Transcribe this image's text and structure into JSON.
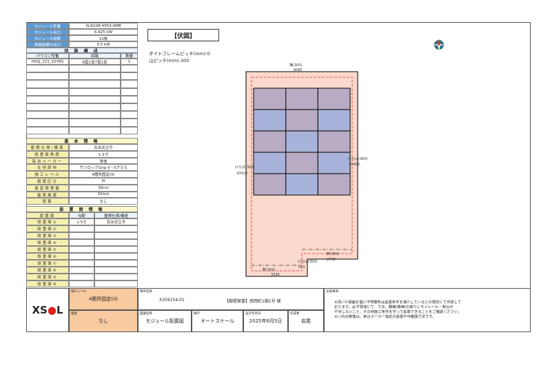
{
  "module_info": [
    {
      "label": "モジュール型番",
      "value": "XLN108-455X-XMB"
    },
    {
      "label": "モジュール出力",
      "value": "6.825 kW"
    },
    {
      "label": "モジュール枚数",
      "value": "15枚"
    },
    {
      "label": "発電設備の出力",
      "value": "5.5 kW"
    }
  ],
  "circuit": {
    "title": "回 路 構 成",
    "headers": [
      "パワコン型番",
      "回路",
      "数量"
    ],
    "rows": [
      [
        "HS5J_221_15YRS",
        "8直1並7直1並",
        "1"
      ]
    ]
  },
  "basic": {
    "title": "基 本 情 報",
    "rows": [
      {
        "label": "屋根仕様/構造",
        "value": "瓦合式立平"
      },
      {
        "label": "設置面角度",
        "value": "1.5寸"
      },
      {
        "label": "架台メーカー",
        "value": "栄信"
      },
      {
        "label": "支持部材",
        "value": "サンロックGrip II・IIプラス"
      },
      {
        "label": "施工レベル",
        "value": "4箇所固定(II)"
      },
      {
        "label": "粗度区分",
        "value": "III"
      },
      {
        "label": "垂直積雪量",
        "value": "30cm"
      },
      {
        "label": "基準風速",
        "value": "32m/s"
      },
      {
        "label": "塩害",
        "value": "なし"
      }
    ]
  },
  "surface": {
    "title": "設 置 面 情 報",
    "headers": [
      "設置面",
      "勾配",
      "屋根仕様/構造"
    ],
    "rows": [
      {
        "label": "設置面①",
        "slope": "1.5寸",
        "spec": "瓦合式立平"
      },
      {
        "label": "設置面②",
        "slope": "",
        "spec": ""
      },
      {
        "label": "設置面③",
        "slope": "",
        "spec": ""
      },
      {
        "label": "設置面④",
        "slope": "",
        "spec": ""
      },
      {
        "label": "設置面⑤",
        "slope": "",
        "spec": ""
      },
      {
        "label": "設置面⑥",
        "slope": "",
        "spec": ""
      },
      {
        "label": "設置面⑦",
        "slope": "",
        "spec": ""
      },
      {
        "label": "設置面⑧",
        "slope": "",
        "spec": ""
      },
      {
        "label": "設置面⑨",
        "slope": "",
        "spec": ""
      },
      {
        "label": "設置面⑩",
        "slope": "",
        "spec": ""
      }
    ]
  },
  "drawing": {
    "title": "【伏図】",
    "tie_pitch": "タイトフレームピッチ(mm):0",
    "ridge_pitch": "山ピッチ(mm):300",
    "labels": {
      "top": "棟(300)",
      "top_dim": "6065",
      "left": "けらば(300)",
      "left_dim": "10910",
      "right": "けらば(300)",
      "right_dim": "10009",
      "eave1": "軒(300)",
      "eave1_dim": "2730",
      "kera_step": "けらば(300)",
      "kera_step_dim": "910",
      "eave2": "軒(300)",
      "eave2_dim": "3336"
    },
    "panels": [
      [
        "p",
        "p",
        "p"
      ],
      [
        "b",
        "p",
        "b"
      ],
      [
        "p",
        "b",
        "p"
      ],
      [
        "b",
        "p",
        "b"
      ],
      [
        "p",
        "b",
        "p"
      ]
    ],
    "colors": {
      "p": "#b9abc4",
      "b": "#a8b2da",
      "roof": "#fbd9cc"
    }
  },
  "footer": {
    "logo": "XSOL",
    "level_label": "施工レベル",
    "level_value": "4箇所固定(II)",
    "salt_label": "塩害",
    "salt_value": "なし",
    "property_label": "物件名称",
    "property_id": "X359154-01",
    "property_name": "【御提案書】南岡町1期1号 様",
    "drawing_name_label": "図面名称",
    "drawing_name": "モジュール配置図",
    "scale_label": "縮尺",
    "scale": "オートスケール",
    "date_label": "設計年月日",
    "date": "2025年6月5日",
    "author_label": "作成者",
    "author": "岩尾",
    "notes_label": "注意事項",
    "notes": [
      "※頂いた図面を基に不明箇所は設置条件を満たしているとの想定にて作成して",
      "おります。必ず現地にて、寸法、隅棟(降棟)の被りにモジュール・架台が",
      "干渉しないこと、その他施工条件を守って設置できることをご確認ください。",
      "※( )内の数値は、架台メーカー指定の設置不可範囲寸法です。"
    ]
  }
}
